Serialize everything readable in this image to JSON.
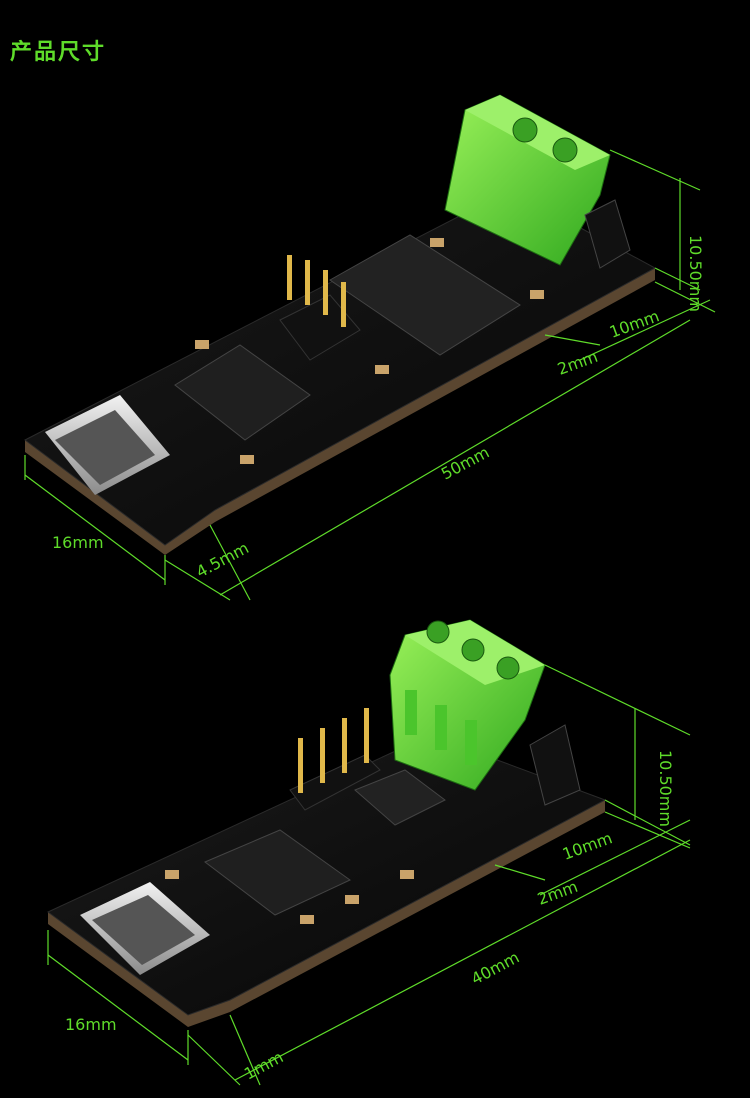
{
  "title": "产品尺寸",
  "board1": {
    "height_label": "10.50mm",
    "terminal_offset_label": "10mm",
    "notch_label": "2mm",
    "length_label": "50mm",
    "width_label": "16mm",
    "edge_label": "4.5mm"
  },
  "board2": {
    "height_label": "10.50mm",
    "terminal_offset_label": "10mm",
    "notch_label": "2mm",
    "length_label": "40mm",
    "width_label": "16mm",
    "edge_label": "1mm"
  }
}
